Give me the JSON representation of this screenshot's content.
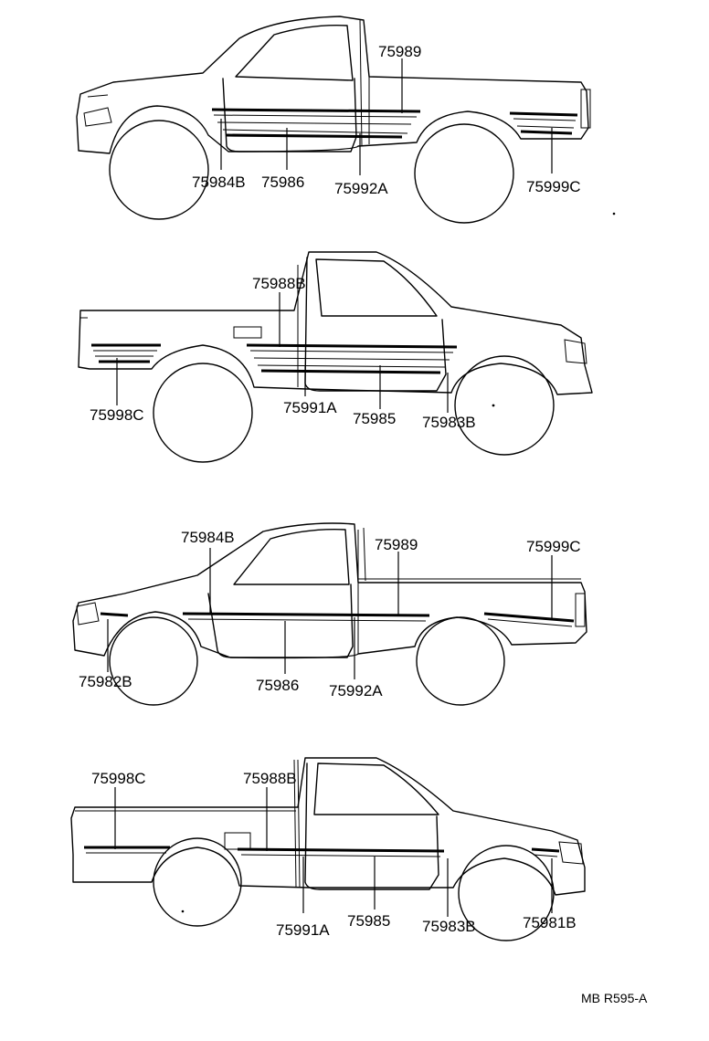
{
  "views": [
    {
      "id": "view-1",
      "labels": [
        "75989",
        "75984B",
        "75986",
        "75992A",
        "75999C"
      ]
    },
    {
      "id": "view-2",
      "labels": [
        "75988B",
        "75998C",
        "75991A",
        "75985",
        "75983B"
      ]
    },
    {
      "id": "view-3",
      "labels": [
        "75984B",
        "75989",
        "75999C",
        "75982B",
        "75986",
        "75992A"
      ]
    },
    {
      "id": "view-4",
      "labels": [
        "75998C",
        "75988B",
        "75991A",
        "75985",
        "75983B",
        "75981B"
      ]
    }
  ],
  "footer": {
    "code": "MB R595-A"
  }
}
